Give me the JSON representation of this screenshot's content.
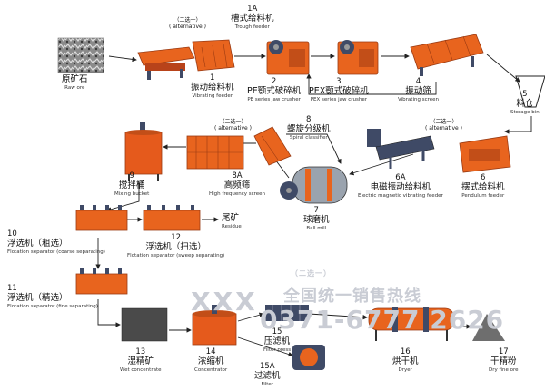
{
  "colors": {
    "machine": "#e8641e",
    "machine_dark": "#b8431a",
    "steel": "#3f4a66",
    "tank": "#e55a1c",
    "line": "#222222",
    "ore": "#777777",
    "watermark": "#c9ccd4"
  },
  "alt_cn": "（二选一）",
  "alt_en": "( alternative )",
  "nodes": {
    "raw_ore": {
      "cn": "原矿石",
      "en": "Raw ore"
    },
    "n1": {
      "num": "1",
      "cn": "振动给料机",
      "en": "Vibrating feeder"
    },
    "n1a": {
      "num": "1A",
      "cn": "槽式给料机",
      "en": "Trough feeder"
    },
    "n2": {
      "num": "2",
      "cn": "PE颚式破碎机",
      "en": "PE series jaw crusher"
    },
    "n3": {
      "num": "3",
      "cn": "PEX颚式破碎机",
      "en": "PEX series jaw crusher"
    },
    "n4": {
      "num": "4",
      "cn": "振动筛",
      "en": "Vibrating screen"
    },
    "n5": {
      "num": "5",
      "cn": "料仓",
      "en": "Storage bin"
    },
    "n6": {
      "num": "6",
      "cn": "摆式给料机",
      "en": "Pendulum feeder"
    },
    "n6a": {
      "num": "6A",
      "cn": "电磁振动给料机",
      "en": "Electric magnetic vibrating feeder"
    },
    "n7": {
      "num": "7",
      "cn": "球磨机",
      "en": "Ball mill"
    },
    "n8": {
      "num": "8",
      "cn": "螺旋分级机",
      "en": "Spiral classifier"
    },
    "n8a": {
      "num": "8A",
      "cn": "高频筛",
      "en": "High frequency  screen"
    },
    "n9": {
      "num": "9",
      "cn": "搅拌桶",
      "en": "Mixing bucket"
    },
    "n10": {
      "num": "10",
      "cn": "浮选机（粗选）",
      "en": "Flotation separator (coarse separating)"
    },
    "n11": {
      "num": "11",
      "cn": "浮选机（精选）",
      "en": "Flotation separator (fine separating)"
    },
    "n12": {
      "num": "12",
      "cn": "浮选机（扫选）",
      "en": "Flotation separator (sweep separating)"
    },
    "tail": {
      "cn": "尾矿",
      "en": "Residue"
    },
    "n13": {
      "num": "13",
      "cn": "湿精矿",
      "en": "Wet concentrate"
    },
    "n14": {
      "num": "14",
      "cn": "浓缩机",
      "en": "Concentrator"
    },
    "n15": {
      "num": "15",
      "cn": "压滤机",
      "en": "Filter press"
    },
    "n15a": {
      "num": "15A",
      "cn": "过滤机",
      "en": "Filter"
    },
    "n16": {
      "num": "16",
      "cn": "烘干机",
      "en": "Dryer"
    },
    "n17": {
      "num": "17",
      "cn": "干精粉",
      "en": "Dry fine ore"
    }
  },
  "watermark": {
    "brand": "XXX",
    "hotline": "全国统一销售热线",
    "phone": "0371-6777 2626",
    "alt": "（二选一）"
  }
}
